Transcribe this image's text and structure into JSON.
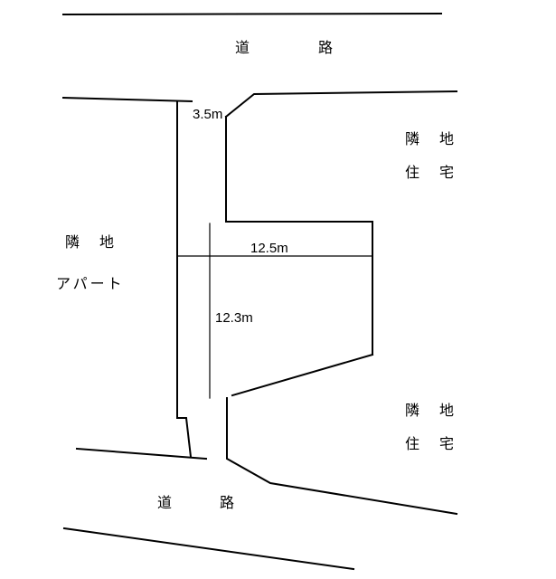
{
  "page": {
    "background": "#ffffff",
    "line_color": "#000000"
  },
  "labels": {
    "road_top": "道路",
    "road_bottom": "道路",
    "neighbor_right_top_line1": "隣地",
    "neighbor_right_top_line2": "住宅",
    "neighbor_left_line1": "隣地",
    "neighbor_left_line2": "アパート",
    "neighbor_right_bottom_line1": "隣地",
    "neighbor_right_bottom_line2": "住宅"
  },
  "dimensions": {
    "frontage_top": "3.5m",
    "width": "12.5m",
    "depth": "12.3m"
  }
}
